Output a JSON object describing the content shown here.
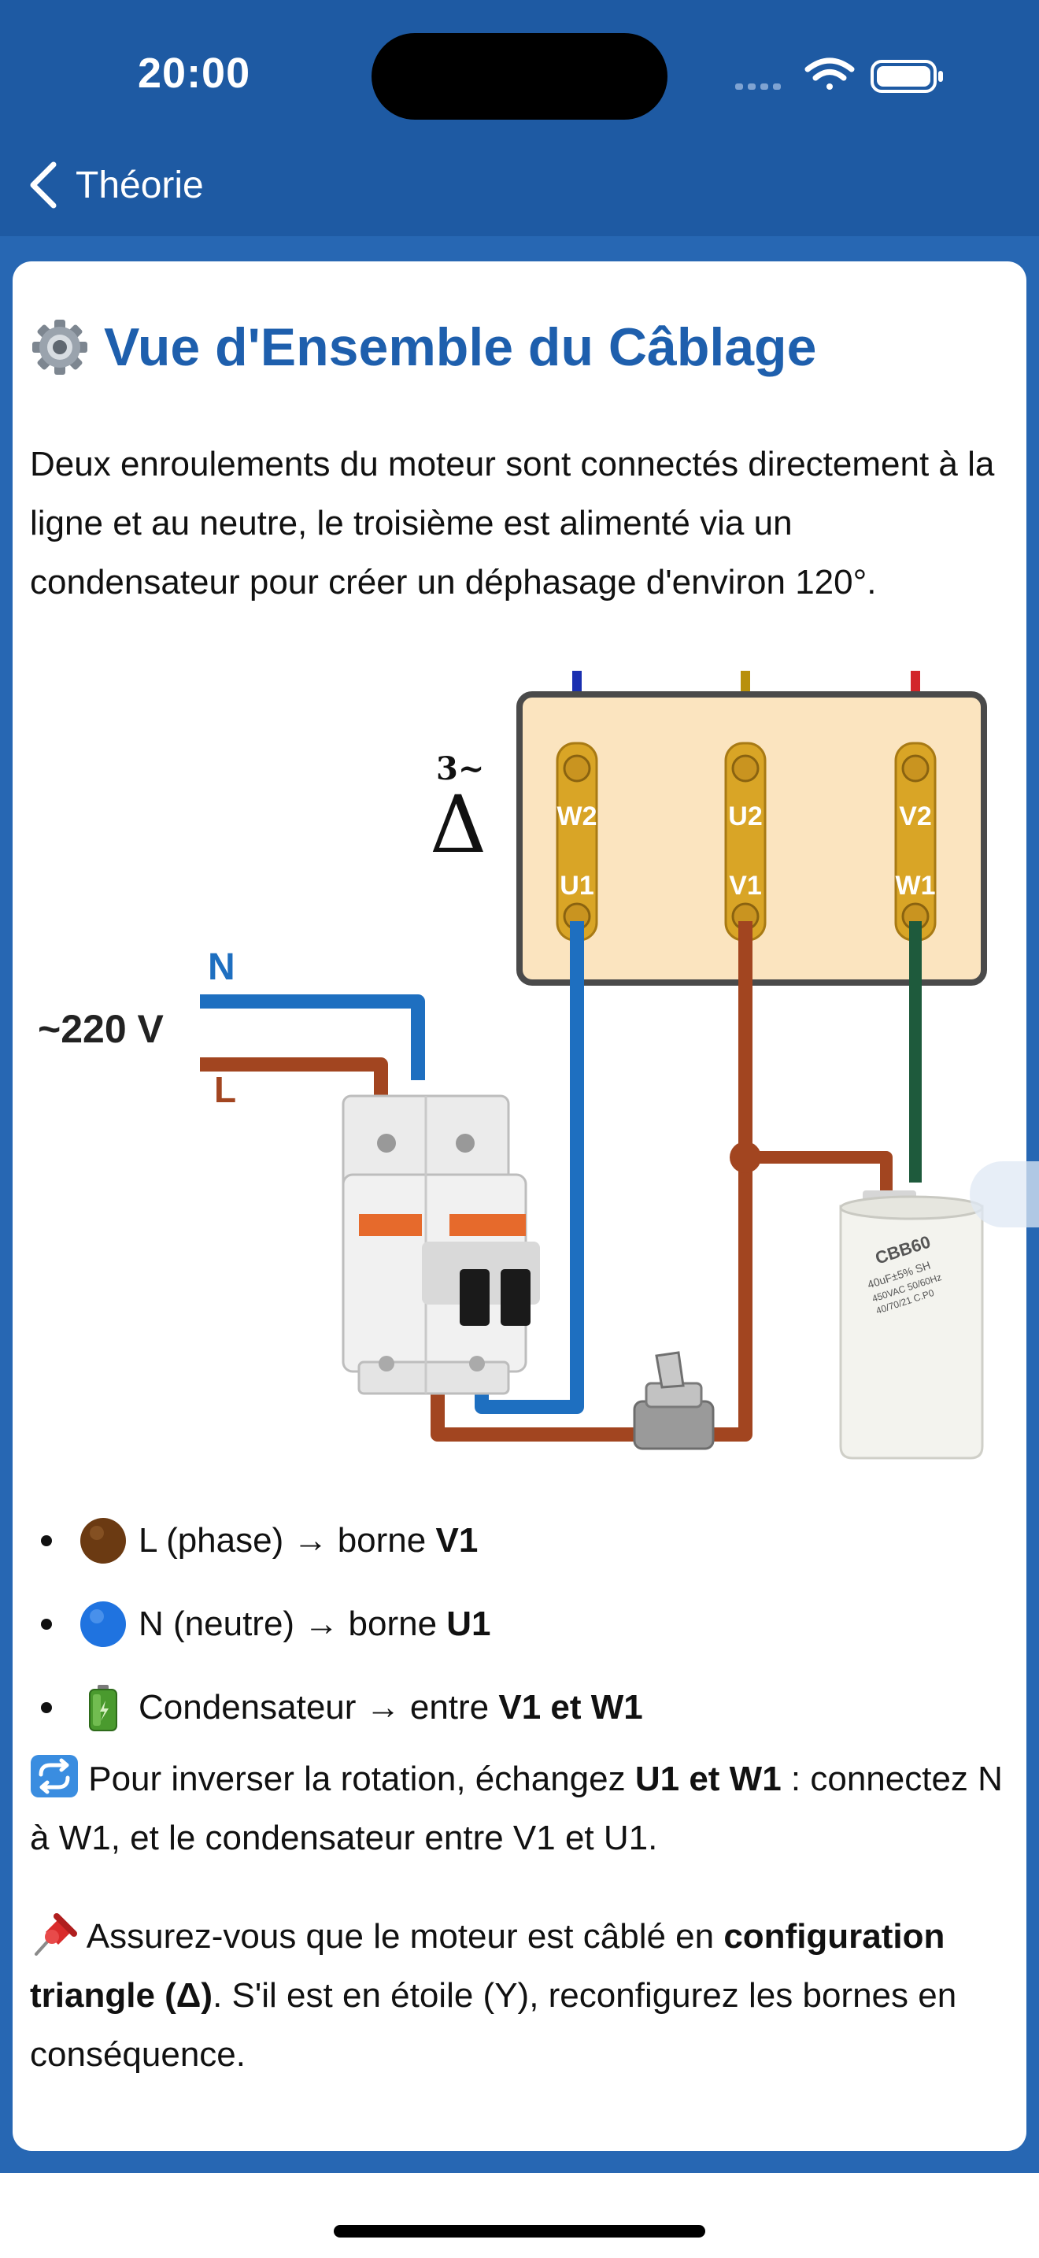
{
  "status": {
    "time": "20:00"
  },
  "nav": {
    "back_label": "Théorie"
  },
  "title": "Vue d'Ensemble du Câblage",
  "intro": "Deux enroulements du moteur sont connectés directement à la ligne et au neutre, le troisième est alimenté via un condensateur pour créer un déphasage d'environ 120°.",
  "diagram": {
    "voltage": "~220 V",
    "neutral": "N",
    "line": "L",
    "symbol_top": "3~",
    "symbol_delta": "Δ",
    "terminals_top": [
      "W2",
      "U2",
      "V2"
    ],
    "terminals_bottom": [
      "U1",
      "V1",
      "W1"
    ],
    "capacitor_lines": [
      "CBB60",
      "40uF±5% SH",
      "450VAC 50/60Hz",
      "40/70/21 C.P0"
    ],
    "colors": {
      "neutral": "#1e6fc0",
      "line": "#a24520",
      "capacitor_wire": "#1e5a3c",
      "top_wires": [
        "#1a2fb0",
        "#b8900c",
        "#d2252a"
      ]
    }
  },
  "bullets": [
    {
      "pre": "L (phase) → borne ",
      "bold": "V1",
      "icon": "brown-circle-icon"
    },
    {
      "pre": "N (neutre) → borne ",
      "bold": "U1",
      "icon": "blue-circle-icon"
    },
    {
      "pre": "Condensateur → entre ",
      "bold": "V1 et W1",
      "icon": "battery-icon"
    }
  ],
  "rotation_note": {
    "pre": " Pour inverser la rotation, échangez ",
    "bold": "U1 et W1",
    "post": " : connectez N à W1, et le condensateur entre V1 et U1."
  },
  "config_note": {
    "pre": " Assurez-vous que le moteur est câblé en ",
    "bold": "configuration triangle (Δ)",
    "post": ". S'il est en étoile (Y), reconfigurez les bornes en conséquence."
  }
}
